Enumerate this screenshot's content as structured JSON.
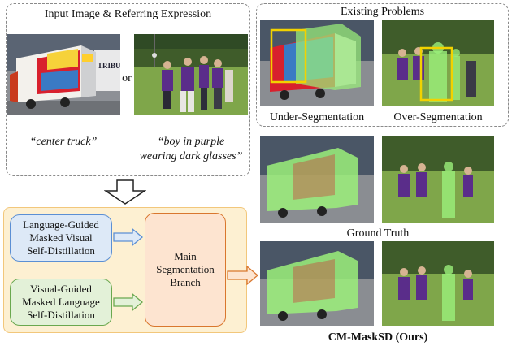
{
  "input_panel": {
    "title": "Input Image & Referring Expression",
    "or_label": "or",
    "caption_truck": "“center truck”",
    "caption_boy_line1": "“boy in purple",
    "caption_boy_line2": "wearing dark glasses”"
  },
  "problems_panel": {
    "title": "Existing Problems",
    "under_label": "Under-Segmentation",
    "over_label": "Over-Segmentation"
  },
  "results": {
    "ground_truth_label": "Ground Truth",
    "ours_label": "CM-MaskSD (Ours)"
  },
  "truck_lettering": "TRIBU",
  "pipeline": {
    "box_language_line1": "Language-Guided",
    "box_language_line2": "Masked Visual",
    "box_language_line3": "Self-Distillation",
    "box_visual_line1": "Visual-Guided",
    "box_visual_line2": "Masked Language",
    "box_visual_line3": "Self-Distillation",
    "box_main_line1": "Main",
    "box_main_line2": "Segmentation",
    "box_main_line3": "Branch"
  },
  "colors": {
    "pipeline_bg": "#fdf0d2",
    "pipeline_border": "#f2c77b",
    "language_box_fill": "#dde9f7",
    "language_box_border": "#5b8fd4",
    "visual_box_fill": "#e3f1d8",
    "visual_box_border": "#6aa84f",
    "main_box_fill": "#fde4d0",
    "main_box_border": "#d9772e",
    "mask_green": "#9bf07a",
    "highlight_box": "#f2d200"
  }
}
